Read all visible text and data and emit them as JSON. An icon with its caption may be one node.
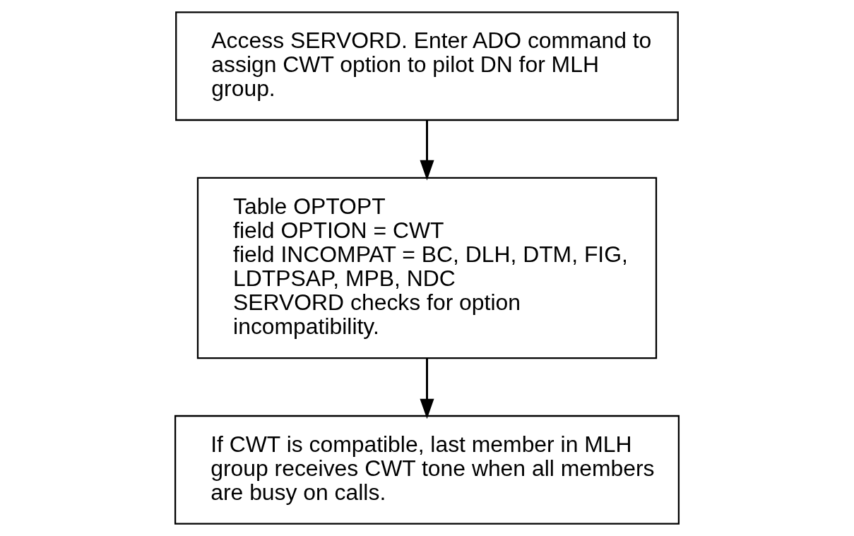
{
  "diagram": {
    "nodes": [
      {
        "text": [
          "Access SERVORD. Enter ADO command to assign CWT option to pilot DN for MLH group."
        ]
      },
      {
        "text": [
          "Table OPTOPT",
          "field OPTION = CWT",
          "field INCOMPAT = BC, DLH, DTM, FIG, LDTPSAP, MPB, NDC",
          "SERVORD checks for option incompatibility."
        ]
      },
      {
        "text": [
          "If CWT is compatible, last member in MLH group receives CWT tone when all members are busy on calls."
        ]
      }
    ],
    "edges": [
      {
        "from": 0,
        "to": 1,
        "arrow": "to"
      },
      {
        "from": 1,
        "to": 2,
        "arrow": "to"
      }
    ]
  }
}
